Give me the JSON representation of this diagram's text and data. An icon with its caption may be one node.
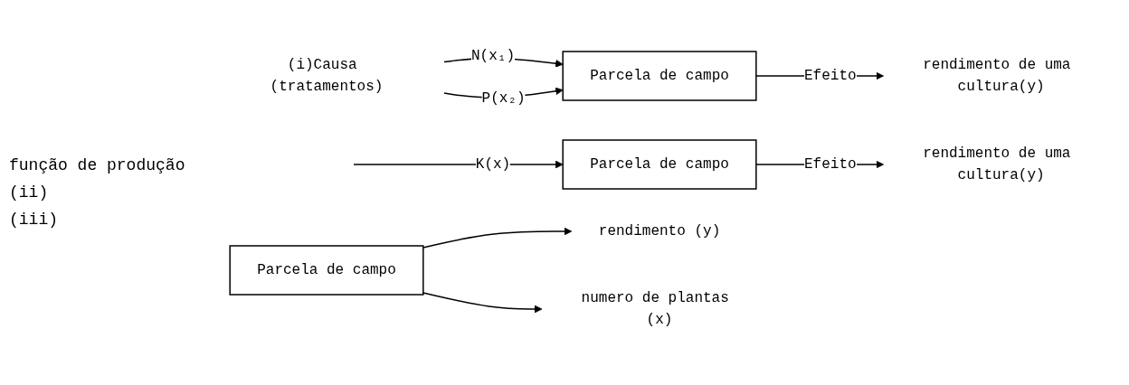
{
  "diagram": {
    "nodes": [
      {
        "text": [
          "(i)Causa (tratamentos)"
        ]
      },
      {
        "text": [
          "Parcela de campo"
        ]
      },
      {
        "text": [
          "rendimento de uma cultura(y)"
        ]
      },
      {
        "text": [
          "Parcela de campo"
        ]
      },
      {
        "text": [
          "rendimento de uma cultura(y)"
        ]
      },
      {
        "text": [
          "Parcela de campo"
        ]
      },
      {
        "text": [
          "rendimento (y)"
        ]
      },
      {
        "text": [
          "numero de plantas (x)"
        ]
      }
    ],
    "edges": [
      {
        "from": 0,
        "to": 1,
        "label": "N(x₁)",
        "arrow": "to"
      },
      {
        "from": 0,
        "to": 1,
        "label": "P(x₂)",
        "arrow": "to"
      },
      {
        "from": 1,
        "to": 2,
        "label": "Efeito",
        "arrow": "to"
      },
      {
        "from": null,
        "to": 3,
        "label": "K(x)",
        "arrow": "to"
      },
      {
        "from": 3,
        "to": 4,
        "label": "Efeito",
        "arrow": "to"
      },
      {
        "from": 5,
        "to": 6,
        "arrow": "to"
      },
      {
        "from": 5,
        "to": 7,
        "arrow": "to"
      }
    ],
    "labels": [
      "função de produção",
      "(ii)",
      "(iii)"
    ]
  }
}
